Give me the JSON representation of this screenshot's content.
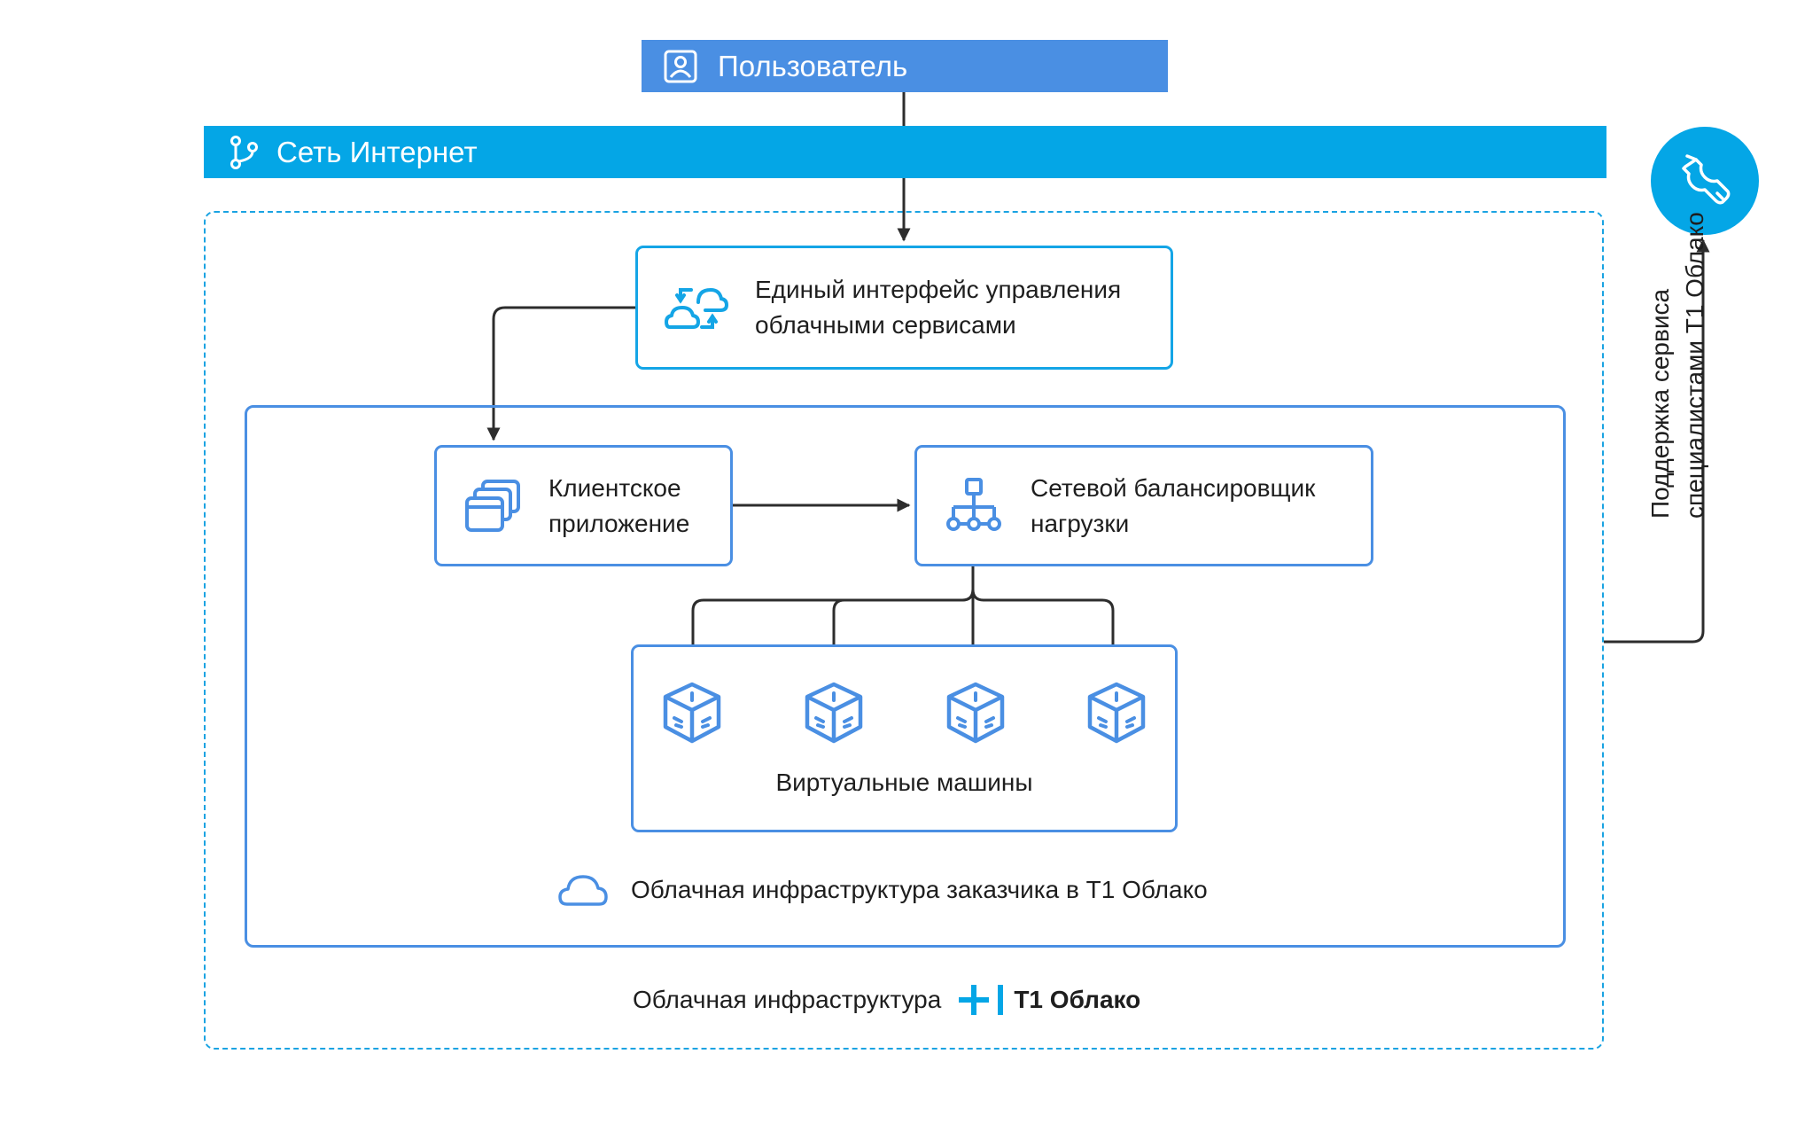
{
  "user_bar": {
    "label": "Пользователь",
    "icon": "user-icon",
    "color": "#4a8fe3"
  },
  "internet_bar": {
    "label": "Сеть Интернет",
    "icon": "branch-icon",
    "color": "#04a6e6"
  },
  "management": {
    "line1": "Единый интерфейс управления",
    "line2": "облачными сервисами",
    "icon": "cloud-sync-icon"
  },
  "client_app": {
    "line1": "Клиентское",
    "line2": "приложение",
    "icon": "windows-icon"
  },
  "load_balancer": {
    "line1": "Сетевой балансировщик",
    "line2": "нагрузки",
    "icon": "network-hierarchy-icon"
  },
  "virtual_machines": {
    "label": "Виртуальные машины",
    "icons": [
      "cube-icon",
      "cube-icon",
      "cube-icon",
      "cube-icon"
    ]
  },
  "customer_infra": {
    "label": "Облачная инфраструктура заказчика в Т1 Облако",
    "icon": "cloud-icon"
  },
  "outer_infra": {
    "label": "Облачная инфраструктура",
    "brand": "Т1 Облако",
    "logo": "t1-logo"
  },
  "support": {
    "line1": "Поддержка сервиса",
    "line2": "специалистами Т1 Облако",
    "icon": "wrench-icon"
  },
  "colors": {
    "blue": "#4a8fe3",
    "cyan": "#04a6e6",
    "arrow": "#2d2d2d"
  }
}
